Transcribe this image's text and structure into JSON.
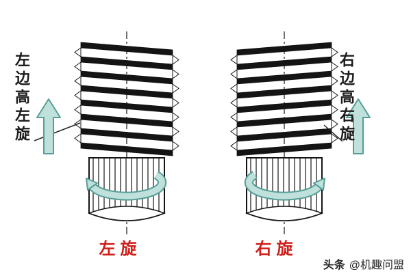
{
  "annotations": {
    "left_vertical": "左边高左旋",
    "right_vertical": "右边高右旋"
  },
  "captions": {
    "left": "左旋",
    "right": "右旋"
  },
  "watermark": {
    "brand": "头条",
    "handle": "@机趣问盟"
  },
  "colors": {
    "arrow_fill": "#bfe0db",
    "arrow_stroke": "#569e97",
    "caption_red": "#cf1f1a",
    "ink": "#141414"
  }
}
